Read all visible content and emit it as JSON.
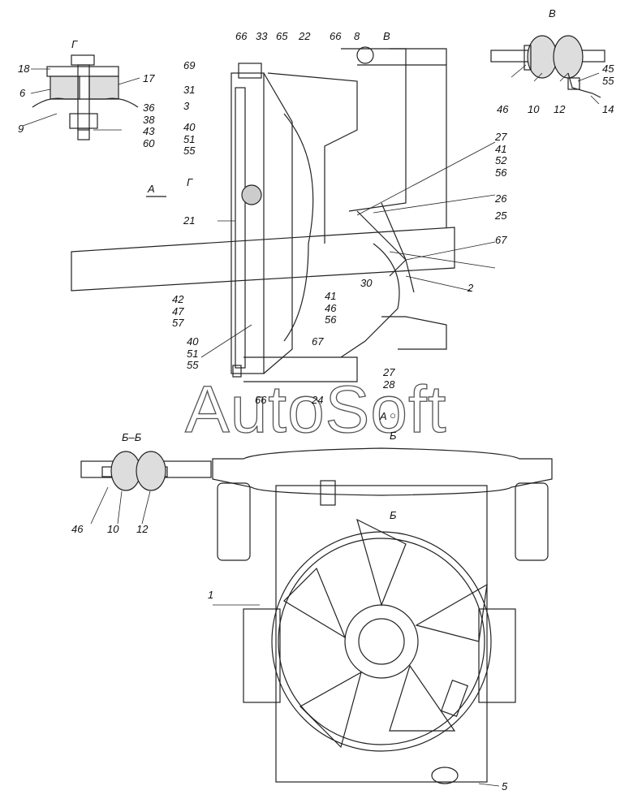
{
  "watermark": "AutoSoft",
  "views": {
    "g_title": "Г",
    "v_title": "В",
    "bb_title": "Б–Б",
    "a_arrow": "А",
    "a_view": "А",
    "b_top": "Б",
    "b_bottom": "Б",
    "g_main": "Г",
    "v_main": "В"
  },
  "inset_g": {
    "c18": "18",
    "c6": "6",
    "c9": "9",
    "c17": "17",
    "c36": "36",
    "c38": "38",
    "c43": "43",
    "c60": "60"
  },
  "inset_v": {
    "c46": "46",
    "c10": "10",
    "c12": "12",
    "c45": "45",
    "c55": "55",
    "c14": "14"
  },
  "inset_bb": {
    "c46": "46",
    "c10": "10",
    "c12": "12"
  },
  "main": {
    "top": [
      "66",
      "33",
      "65",
      "22",
      "66",
      "8"
    ],
    "c69": "69",
    "c31": "31",
    "c3": "3",
    "g40": [
      "40",
      "51",
      "55"
    ],
    "c21": "21",
    "g42": [
      "42",
      "47",
      "57"
    ],
    "g40b": [
      "40",
      "51",
      "55"
    ],
    "g27": [
      "27",
      "41",
      "52",
      "56"
    ],
    "c26": "26",
    "c25": "25",
    "c67a": "67",
    "c2": "2",
    "c30": "30",
    "g41": [
      "41",
      "46",
      "56"
    ],
    "c67b": "67",
    "g27b": [
      "27",
      "28"
    ],
    "c66": "66",
    "c24": "24"
  },
  "front": {
    "c1": "1",
    "c5": "5"
  }
}
